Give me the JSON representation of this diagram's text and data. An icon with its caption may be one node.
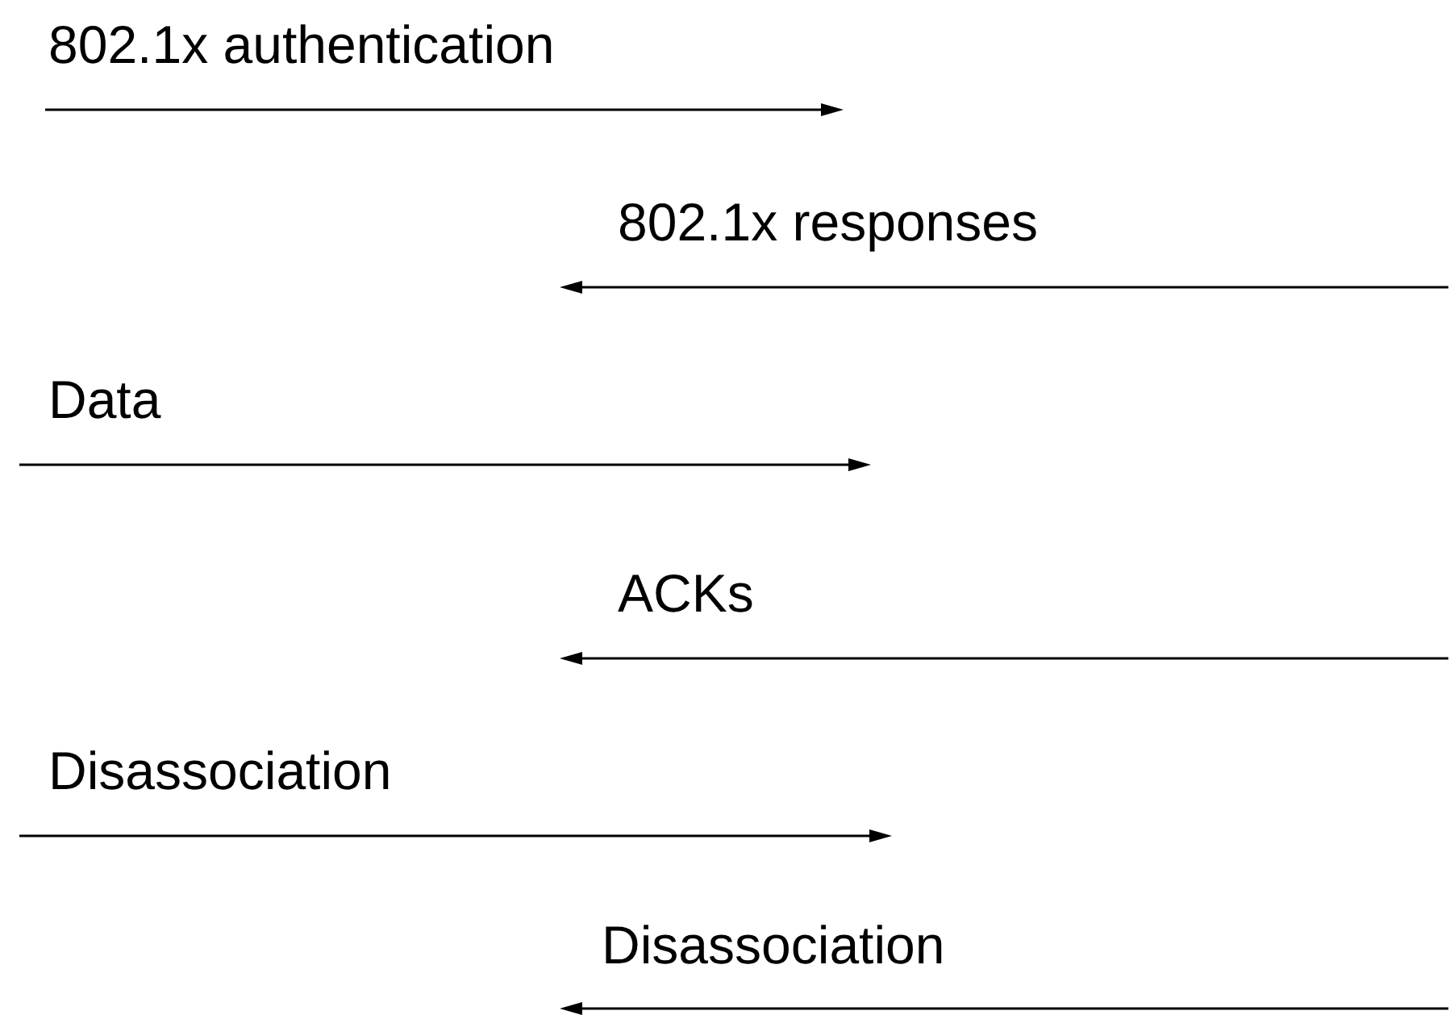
{
  "diagram": {
    "labels": [
      "802.1x authentication",
      "802.1x responses",
      "Data",
      "ACKs",
      "Disassociation",
      "Disassociation"
    ]
  }
}
